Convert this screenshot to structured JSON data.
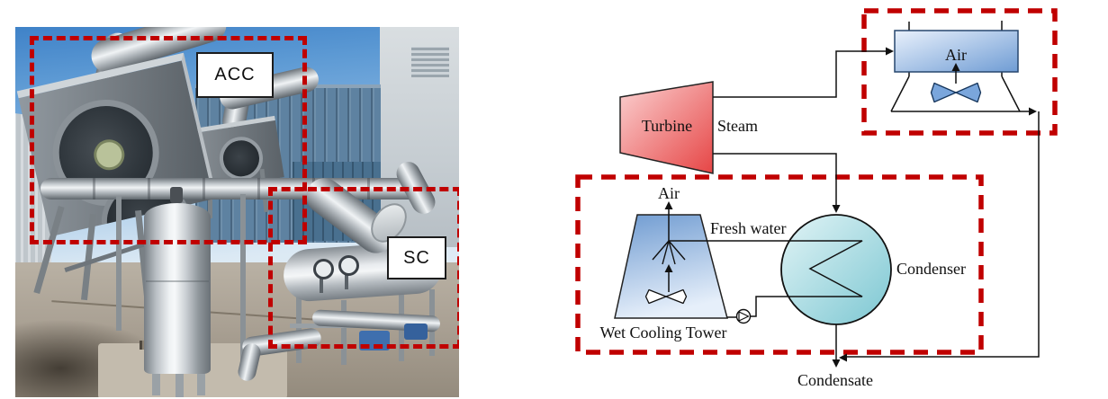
{
  "photo": {
    "acc_region_label": "ACC",
    "sc_region_label": "SC",
    "box_color": "#c00000"
  },
  "diagram": {
    "turbine": {
      "label": "Turbine"
    },
    "steam_label": "Steam",
    "acc": {
      "air_label": "Air"
    },
    "cooling_tower": {
      "air_label": "Air",
      "label": "Wet Cooling Tower"
    },
    "fresh_water_label": "Fresh water",
    "condenser_label": "Condenser",
    "condensate_label": "Condensate",
    "colors": {
      "dashed_box": "#c00000",
      "turbine_light": "#f9c2c2",
      "turbine_dark": "#e64545",
      "acc_light": "#e8f0fb",
      "acc_dark": "#6f9cd4",
      "tower_dark": "#6f9bd1",
      "tower_light": "#e4eef9",
      "condenser_light": "#e0f3f5",
      "condenser_dark": "#7cc7d2",
      "line": "#111111"
    }
  }
}
